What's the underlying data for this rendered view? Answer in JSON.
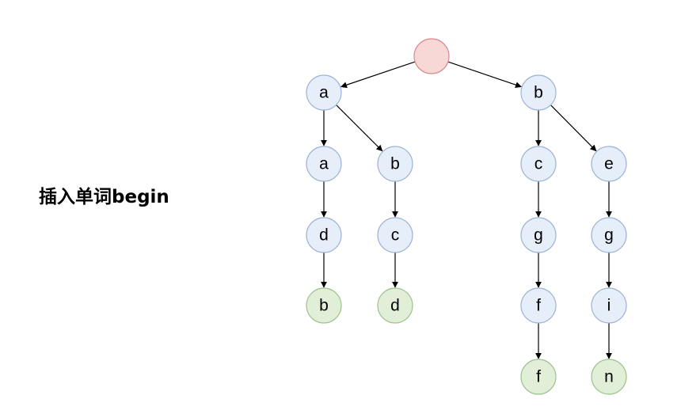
{
  "caption": "插入单词begin",
  "colors": {
    "root_fill": "#f8d7d7",
    "root_stroke": "#d98a8a",
    "node_fill": "#e6eefa",
    "node_stroke": "#9fb4d6",
    "end_fill": "#e1efd9",
    "end_stroke": "#9ec38c",
    "edge": "#000000"
  },
  "nodes": [
    {
      "id": "root",
      "label": "",
      "kind": "root"
    },
    {
      "id": "n_a",
      "label": "a",
      "kind": "normal"
    },
    {
      "id": "n_b",
      "label": "b",
      "kind": "normal"
    },
    {
      "id": "n_aa",
      "label": "a",
      "kind": "normal"
    },
    {
      "id": "n_ab",
      "label": "b",
      "kind": "normal"
    },
    {
      "id": "n_bc",
      "label": "c",
      "kind": "normal"
    },
    {
      "id": "n_be",
      "label": "e",
      "kind": "normal"
    },
    {
      "id": "n_aad",
      "label": "d",
      "kind": "normal"
    },
    {
      "id": "n_abc",
      "label": "c",
      "kind": "normal"
    },
    {
      "id": "n_bcg",
      "label": "g",
      "kind": "normal"
    },
    {
      "id": "n_beg",
      "label": "g",
      "kind": "normal"
    },
    {
      "id": "n_aadb",
      "label": "b",
      "kind": "end"
    },
    {
      "id": "n_abcd",
      "label": "d",
      "kind": "end"
    },
    {
      "id": "n_bcgf",
      "label": "f",
      "kind": "normal"
    },
    {
      "id": "n_begi",
      "label": "i",
      "kind": "normal"
    },
    {
      "id": "n_bcgff",
      "label": "f",
      "kind": "end"
    },
    {
      "id": "n_begin",
      "label": "n",
      "kind": "end"
    }
  ],
  "edges": [
    [
      "root",
      "n_a"
    ],
    [
      "root",
      "n_b"
    ],
    [
      "n_a",
      "n_aa"
    ],
    [
      "n_a",
      "n_ab"
    ],
    [
      "n_b",
      "n_bc"
    ],
    [
      "n_b",
      "n_be"
    ],
    [
      "n_aa",
      "n_aad"
    ],
    [
      "n_ab",
      "n_abc"
    ],
    [
      "n_bc",
      "n_bcg"
    ],
    [
      "n_be",
      "n_beg"
    ],
    [
      "n_aad",
      "n_aadb"
    ],
    [
      "n_abc",
      "n_abcd"
    ],
    [
      "n_bcg",
      "n_bcgf"
    ],
    [
      "n_beg",
      "n_begi"
    ],
    [
      "n_bcgf",
      "n_bcgff"
    ],
    [
      "n_begi",
      "n_begin"
    ]
  ]
}
